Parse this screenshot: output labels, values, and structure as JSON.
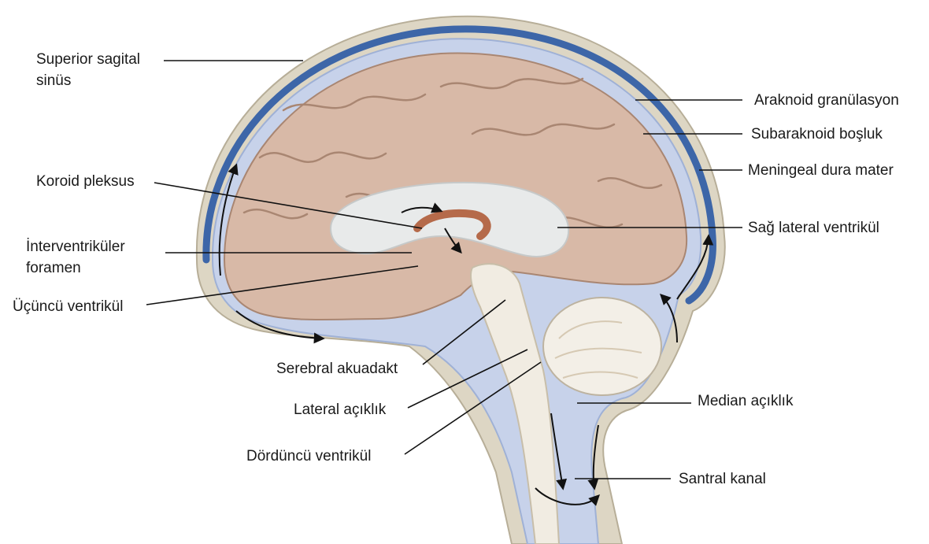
{
  "labels": {
    "superior_sagittal_sinus_1": "Superior sagital",
    "superior_sagittal_sinus_2": "sinüs",
    "arachnoid_granulation": "Araknoid granülasyon",
    "subarachnoid_space": "Subaraknoid boşluk",
    "meningeal_dura": "Meningeal dura mater",
    "choroid_plexus": "Koroid pleksus",
    "right_lateral_ventricle": "Sağ lateral ventrikül",
    "interventricular_1": "İnterventriküler",
    "interventricular_2": "foramen",
    "third_ventricle": "Üçüncü ventrikül",
    "cerebral_aqueduct": "Serebral akuadakt",
    "median_aperture": "Median açıklık",
    "lateral_aperture": "Lateral açıklık",
    "fourth_ventricle": "Dördüncü ventrikül",
    "central_canal": "Santral kanal"
  },
  "colors": {
    "skull": "#ddd6c4",
    "skull_edge": "#b7ae98",
    "dura_sinus": "#3d66a8",
    "csf": "#c7d2ea",
    "brain": "#d8b9a7",
    "brain_edge": "#a98672",
    "ventricle": "#e8eaea",
    "choroid": "#b56a4a",
    "leader": "#111111"
  }
}
